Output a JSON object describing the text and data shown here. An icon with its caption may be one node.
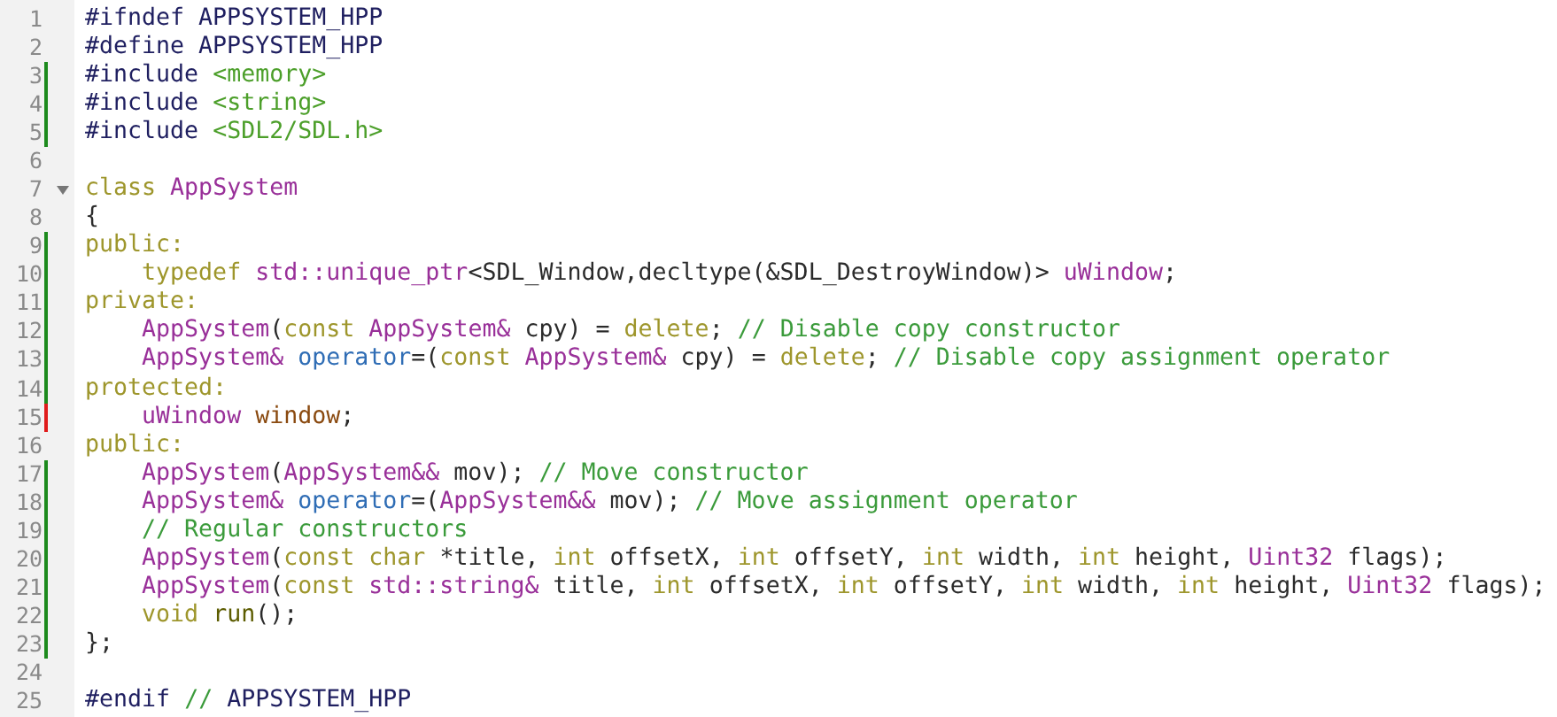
{
  "diagram": {
    "labels": [
      "1",
      "#ifndef APPSYSTEM_HPP",
      "2",
      "#define APPSYSTEM_HPP",
      "3",
      "#include <memory>",
      "4",
      "#include <string>",
      "5",
      "#include <SDL2/SDL.h>",
      "6",
      "7",
      "class AppSystem",
      "8",
      "{",
      "9",
      "public:",
      "10",
      "    typedef std::unique_ptr<SDL_Window,decltype(&SDL_DestroyWindow)> uWindow;",
      "11",
      "private:",
      "12",
      "    AppSystem(const AppSystem& cpy) = delete; // Disable copy constructor",
      "13",
      "    AppSystem& operator=(const AppSystem& cpy) = delete; // Disable copy assignment operator",
      "14",
      "protected:",
      "15",
      "    uWindow window;",
      "16",
      "public:",
      "17",
      "    AppSystem(AppSystem&& mov); // Move constructor",
      "18",
      "    AppSystem& operator=(AppSystem&& mov); // Move assignment operator",
      "19",
      "    // Regular constructors",
      "20",
      "    AppSystem(const char *title, int offsetX, int offsetY, int width, int height, Uint32 flags);",
      "21",
      "    AppSystem(const std::string& title, int offsetX, int offsetY, int width, int height, Uint32 flags);",
      "22",
      "    void run();",
      "23",
      "};",
      "24",
      "25",
      "#endif // APPSYSTEM_HPP"
    ]
  }
}
